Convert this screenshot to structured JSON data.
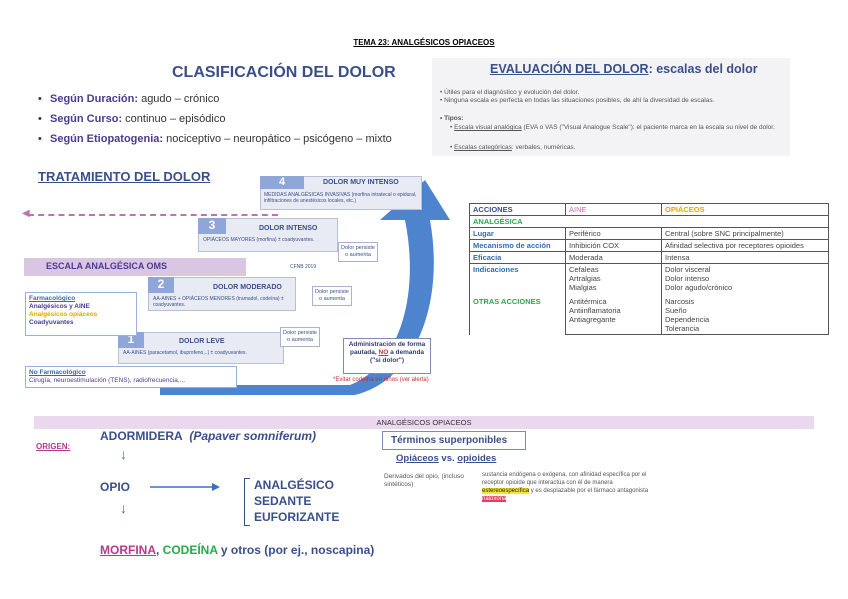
{
  "page_title": "TEMA 23: ANALGÉSICOS OPIACEOS",
  "clasificacion": {
    "title": "CLASIFICACIÓN DEL DOLOR",
    "items": [
      {
        "key": "Según Duración:",
        "value": " agudo – crónico"
      },
      {
        "key": "Según Curso:",
        "value": " continuo – episódico"
      },
      {
        "key": "Según Etiopatogenia:",
        "value": " nociceptivo – neuropático – psicógeno – mixto"
      }
    ]
  },
  "evaluacion": {
    "title_main": "EVALUACIÓN DEL DOLOR",
    "title_rest": ": escalas del dolor",
    "lines": [
      "Útiles para el diagnóstico y evolución del dolor.",
      "Ninguna escala es perfecta en todas las situaciones posibles, de ahí la diversidad de escalas."
    ],
    "tipos_label": "Tipos:",
    "tipo1_link": "Escala visual analógica",
    "tipo1_rest": " (EVA o VAS (\"Visual Analogue Scale\"): el paciente marca en la escala su nivel de dolor.",
    "tipo2_link": "Escalas categóricas",
    "tipo2_rest": ": verbales, numéricas."
  },
  "tratamiento": {
    "title": "TRATAMIENTO DEL DOLOR",
    "escala": "ESCALA ANALGÉSICA OMS",
    "steps": [
      {
        "num": "4",
        "label": "DOLOR MUY INTENSO",
        "detail": "MEDIDAS ANALGÉSICAS INVASIVAS (morfina intratecal o epidural, infiltraciones de anestésicos locales, etc.)"
      },
      {
        "num": "3",
        "label": "DOLOR INTENSO",
        "detail": "OPIÁCEOS MAYORES (morfina) ± coadyuvantes."
      },
      {
        "num": "2",
        "label": "DOLOR MODERADO",
        "detail": "AA-AINES + OPIÁCEOS MENORES (tramadol, codeína) ± coadyuvantes."
      },
      {
        "num": "1",
        "label": "DOLOR LEVE",
        "detail": "AA-AINES (paracetamol, ibuprofeno,..) ± coadyuvantes."
      }
    ],
    "persiste": "Dolor persiste o aumenta",
    "ceneb": "CFNB 2019",
    "farmacologico": {
      "title": "Farmacológico",
      "line1": "Analgésicos y AINE",
      "line2": "Analgésicos opiáceos",
      "line3": "Coadyuvantes"
    },
    "no_farmacologico": {
      "title": "No Farmacológico",
      "line1": "Cirugía, neuroestimulación (TENS), radiofrecuencia,..."
    },
    "administracion_1": "Administración de forma pautada, ",
    "administracion_no": "NO",
    "administracion_2": " a demanda (\"si dolor\")",
    "evitar": "*Evitar codeína en niños (ver alerta)",
    "colors": {
      "accent": "#3a4f8a",
      "escala_bg": "#d9c6e3",
      "arrow": "#2f6dc5"
    }
  },
  "tabla": {
    "headers": [
      "ACCIONES",
      "AINE",
      "OPIÁCEOS"
    ],
    "section": "ANALGÉSICA",
    "rows": [
      {
        "label": "Lugar",
        "aine": "Periférico",
        "opiaceos": "Central (sobre SNC principalmente)"
      },
      {
        "label": "Mecanismo de acción",
        "aine": "Inhibición COX",
        "opiaceos": "Afinidad selectiva por receptores opioides"
      },
      {
        "label": "Eficacia",
        "aine": "Moderada",
        "opiaceos": "Intensa"
      },
      {
        "label": "Indicaciones",
        "aine": "Cefaleas\nArtralgias\nMialgias",
        "opiaceos": "Dolor visceral\nDolor intenso\nDolor agudo/crónico"
      }
    ],
    "otras_label": "OTRAS ACCIONES",
    "otras_aine": "Antitérmica\nAntiinflamatoria\nAntiagregante",
    "otras_opiaceos": "Narcosis\nSueño\nDependencia\nTolerancia"
  },
  "opiaceos": {
    "band": "ANALGÉSICOS OPIACEOS",
    "origen": "ORIGEN:",
    "adormidera": "ADORMIDERA",
    "papaver": "(Papaver somniferum)",
    "opio": "OPIO",
    "effects": [
      "ANALGÉSICO",
      "SEDANTE",
      "EUFORIZANTE"
    ],
    "morfina": "MORFINA",
    "codeina": "CODEÍNA",
    "otros": " y otros (por ej., noscapina)",
    "terminos": "Términos superponibles",
    "opiaceos_word": "Opiáceos",
    "vs": " vs. ",
    "opioides_word": "opioides",
    "derivados": "Derivados del opio, (incluso sintéticos)",
    "sustancia_1": "sustancia endógena o exógena, con afinidad específica por el receptor opioide que interactúa con él de manera ",
    "sustancia_hl": "estereoespecífica",
    "sustancia_2": " y es desplazable por el fármaco antagonista ",
    "naloxona": "naloxona"
  }
}
